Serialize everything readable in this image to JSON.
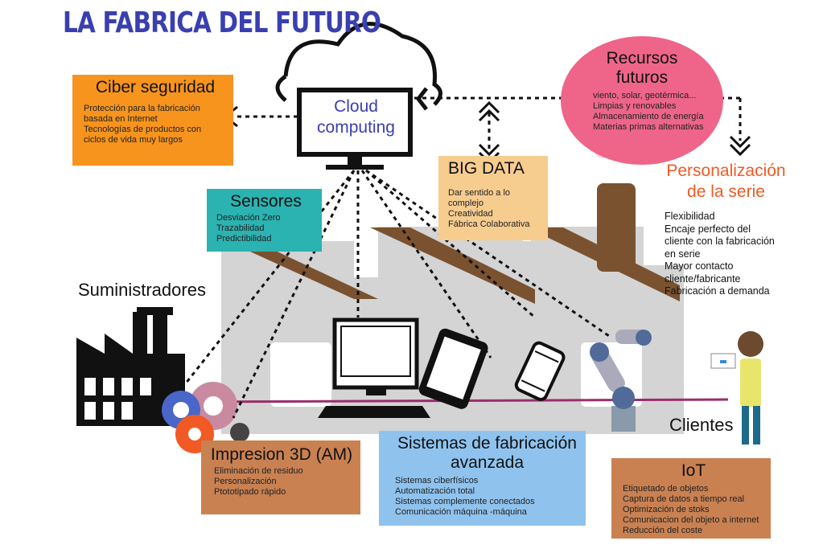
{
  "title": "LA FABRICA DEL FUTURO",
  "cloud": {
    "line1": "Cloud",
    "line2": "computing"
  },
  "ciber": {
    "heading": "Ciber seguridad",
    "items": [
      "Protección para la fabricación",
      "basada en Internet",
      "Tecnologías de productos con",
      "ciclos de vida muy largos"
    ]
  },
  "recursos": {
    "heading1": "Recursos",
    "heading2": "futuros",
    "items": [
      "viento, solar, geotérmica...",
      "Limpias y renovables",
      "Almacenamiento de energía",
      "Materias primas alternativas"
    ]
  },
  "bigdata": {
    "heading": "BIG DATA",
    "items": [
      "Dar sentido a lo",
      "complejo",
      "Creatividad",
      "Fábrica Colaborativa"
    ]
  },
  "sensores": {
    "heading": "Sensores",
    "items": [
      "Desviación Zero",
      "Trazabilidad",
      "Predictibilidad"
    ]
  },
  "personalizacion": {
    "heading1": "Personalización",
    "heading2": "de la serie",
    "items": [
      "Flexibilidad",
      "Encaje perfecto del",
      "cliente con la fabricación",
      "en serie",
      "Mayor contacto",
      "cliente/fabricante",
      "Fabricación a demanda"
    ]
  },
  "suministradores": "Suministradores",
  "clientes": "Clientes",
  "impresion": {
    "heading": "Impresion 3D (AM)",
    "items": [
      "Eliminación de residuo",
      "Personalización",
      "Ptototipado rápido"
    ]
  },
  "sistemas": {
    "heading1": "Sistemas de fabricación",
    "heading2": "avanzada",
    "items": [
      "Sistemas ciberfísicos",
      "Automatización total",
      "Sistemas complemente conectados",
      "Comunicación máquina -máquina"
    ]
  },
  "iot": {
    "heading": "IoT",
    "items": [
      "Etiquetado de objetos",
      "Captura de datos a tiempo real",
      "Optimización de stoks",
      "Comunicacion del objeto a internet",
      "Reducción del coste"
    ]
  },
  "colors": {
    "title": "#3a3fb0",
    "ciber": "#f7941d",
    "sensores": "#2bb3b1",
    "bigdata": "#f6cc8f",
    "recursos": "#ee6589",
    "personalizacion": "#f15a24",
    "impresion": "#c98152",
    "sistemas": "#8fc3ee",
    "iot": "#c98152",
    "factory_roof": "#7a5230",
    "factory_body": "#d4d4d4"
  }
}
